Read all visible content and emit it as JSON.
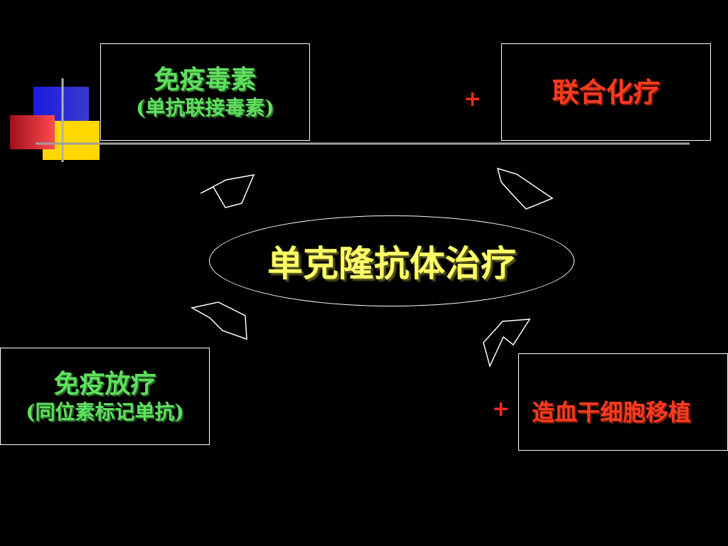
{
  "center": {
    "title": "单克隆抗体治疗"
  },
  "top_left": {
    "title": "免疫毒素",
    "subtitle": "(单抗联接毒素)"
  },
  "top_right": {
    "title": "联合化疗"
  },
  "bottom_left": {
    "title": "免疫放疗",
    "subtitle": "(同位素标记单抗)"
  },
  "bottom_right": {
    "title": "造血干细胞移植"
  },
  "plus_signs": {
    "top": "+",
    "bottom": "+"
  },
  "colors": {
    "background": "#000000",
    "green_text": "#5fe05f",
    "red_text": "#ff3b1f",
    "yellow_text": "#ffff66",
    "deco_blue": "#2424d8",
    "deco_red": "#e0303c",
    "deco_yellow": "#ffd800"
  }
}
